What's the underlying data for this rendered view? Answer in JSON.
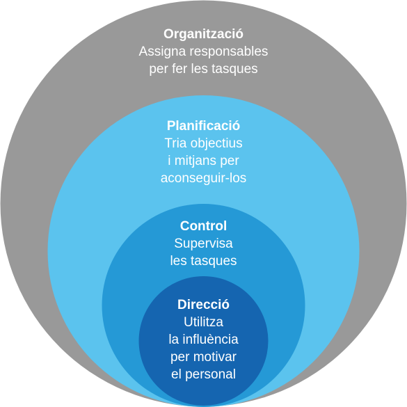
{
  "rings": [
    {
      "id": "organitzacio",
      "title": "Organització",
      "lines": [
        "Assigna responsables",
        "per fer les tasques"
      ],
      "color": "#999999"
    },
    {
      "id": "planificacio",
      "title": "Planificació",
      "lines": [
        "Tria objectius",
        "i mitjans per",
        "aconseguir-los"
      ],
      "color": "#5bc3ee"
    },
    {
      "id": "control",
      "title": "Control",
      "lines": [
        "Supervisa",
        "les tasques"
      ],
      "color": "#2599d6"
    },
    {
      "id": "direccio",
      "title": "Direcció",
      "lines": [
        "Utilitza",
        "la influència",
        "per motivar",
        "el personal"
      ],
      "color": "#1565b0"
    }
  ]
}
